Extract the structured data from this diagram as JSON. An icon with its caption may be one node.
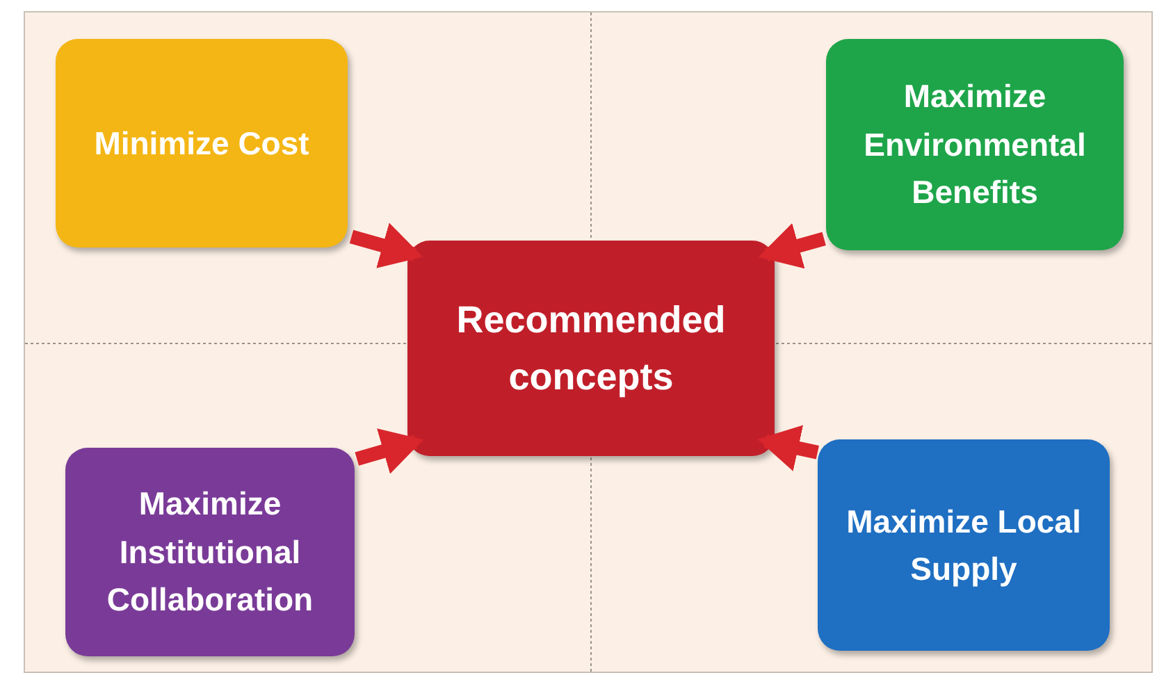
{
  "diagram": {
    "nodes": [
      {
        "text": [
          "Minimize Cost"
        ]
      },
      {
        "text": [
          "Maximize Environmental Benefits"
        ]
      },
      {
        "text": [
          "Recommended concepts"
        ]
      },
      {
        "text": [
          "Maximize Institutional Collaboration"
        ]
      },
      {
        "text": [
          "Maximize Local Supply"
        ]
      }
    ],
    "edges": [
      {
        "from": 0,
        "to": 2,
        "arrow": "to"
      },
      {
        "from": 1,
        "to": 2,
        "arrow": "to"
      },
      {
        "from": 3,
        "to": 2,
        "arrow": "to"
      },
      {
        "from": 4,
        "to": 2,
        "arrow": "to"
      }
    ]
  }
}
